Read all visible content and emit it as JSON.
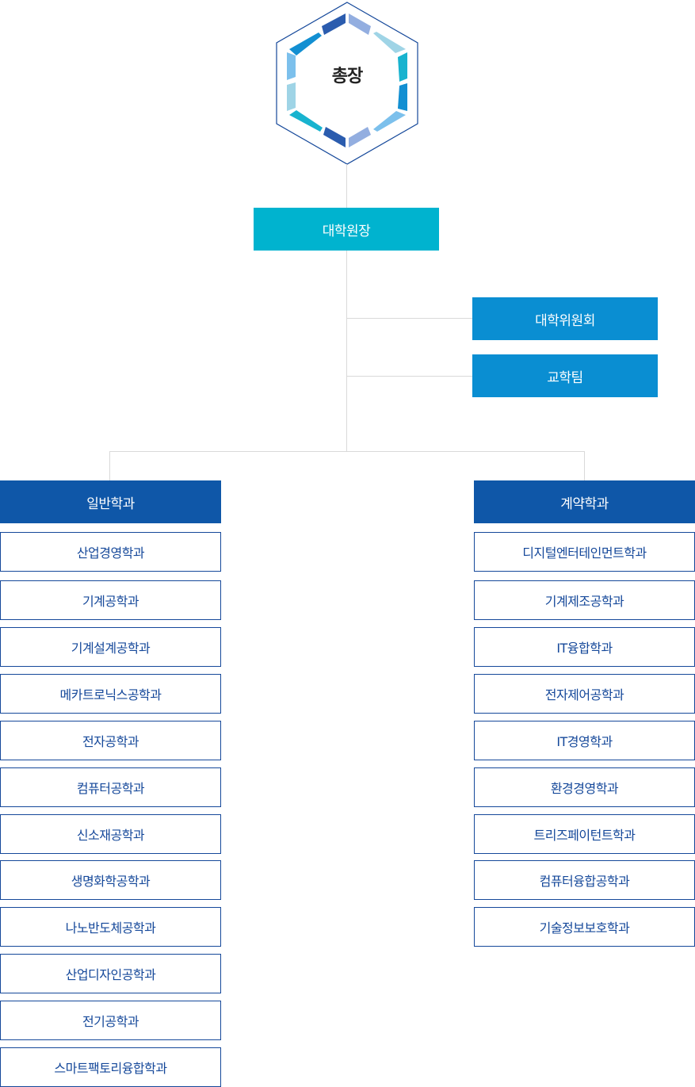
{
  "top": {
    "label": "총장"
  },
  "dean": {
    "label": "대학원장"
  },
  "committees": [
    {
      "label": "대학위원회"
    },
    {
      "label": "교학팀"
    }
  ],
  "general": {
    "header": "일반학과",
    "departments": [
      "산업경영학과",
      "기계공학과",
      "기계설계공학과",
      "메카트로닉스공학과",
      "전자공학과",
      "컴퓨터공학과",
      "신소재공학과",
      "생명화학공학과",
      "나노반도체공학과",
      "산업디자인공학과",
      "전기공학과",
      "스마트팩토리융합학과"
    ]
  },
  "contract": {
    "header": "계약학과",
    "departments": [
      "디지털엔터테인먼트학과",
      "기계제조공학과",
      "IT융합학과",
      "전자제어공학과",
      "IT경영학과",
      "환경경영학과",
      "트리즈페이턴트학과",
      "컴퓨터융합공학과",
      "기술정보보호학과"
    ]
  },
  "colors": {
    "dean": "#00b3cf",
    "committee": "#0a8ed2",
    "group_header": "#0f57a8",
    "dept_border": "#15489a",
    "connector": "#d9d9d9"
  }
}
